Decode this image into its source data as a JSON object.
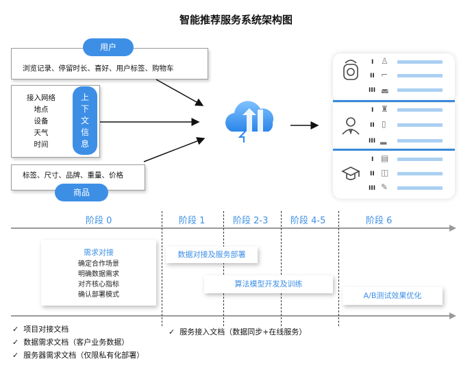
{
  "title": "智能推荐服务系统架构图",
  "inputs": {
    "user_label": "用户",
    "user_text": "浏览记录、停留时长、喜好、用户标签、购物车",
    "context_items": [
      "接入网络",
      "地点",
      "设备",
      "天气",
      "时间"
    ],
    "context_label": [
      "上",
      "下",
      "文",
      "信",
      "息"
    ],
    "product_text": "标签、尺寸、品牌、重量、价格",
    "product_label": "商品"
  },
  "profile_rows": [
    "I",
    "II",
    "III",
    "I",
    "II",
    "III",
    "I",
    "II",
    "III"
  ],
  "stages": [
    "阶段 0",
    "阶段 1",
    "阶段 2-3",
    "阶段 4-5",
    "阶段 6"
  ],
  "tasks": {
    "req_title": "需求对接",
    "req_items": [
      "确定合作场景",
      "明确数据需求",
      "对齐核心指标",
      "确认部署模式"
    ],
    "data_deploy": "数据对接及服务部署",
    "algo": "算法模型开发及训练",
    "abtest": "A/B测试效果优化"
  },
  "deliverables_left": [
    "项目对接文档",
    "数据需求文档（客户业务数据）",
    "服务器需求文档（仅限私有化部署）"
  ],
  "deliverables_right": [
    "服务接入文档（数据同步+在线服务）"
  ],
  "check_mark": "✓",
  "colors": {
    "accent": "#3d8fe6",
    "bar": "#aad0f2"
  }
}
